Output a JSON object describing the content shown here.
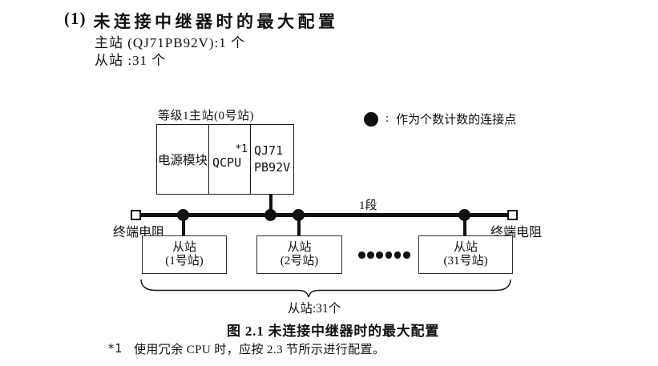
{
  "colors": {
    "text": "#111111",
    "line": "#111111",
    "background": "#ffffff"
  },
  "header": {
    "number": "(1)",
    "title": "未连接中继器时的最大配置",
    "master_count_line": "主站 (QJ71PB92V):1 个",
    "slave_count_line": "从站 :31 个"
  },
  "legend": {
    "symbol": "connection-point-dot",
    "separator": ":",
    "label": "作为个数计数的连接点"
  },
  "diagram": {
    "master": {
      "label": "等级1主站(0号站)",
      "power_module": "电源模块",
      "cpu": "QCPU",
      "cpu_note": "*1",
      "pb_module_line1": "QJ71",
      "pb_module_line2": "PB92V"
    },
    "bus": {
      "segment_label": "1段",
      "terminator_left": "终端电阻",
      "terminator_right": "终端电阻"
    },
    "slaves": [
      {
        "name": "从站",
        "station": "(1号站)"
      },
      {
        "name": "从站",
        "station": "(2号站)"
      },
      {
        "name": "从站",
        "station": "(31号站)"
      }
    ],
    "slave_total": "从站:31个"
  },
  "caption": "图 2.1 未连接中继器时的最大配置",
  "footnote": {
    "marker": "*1",
    "text": "使用冗余 CPU 时，应按 2.3 节所示进行配置。"
  }
}
